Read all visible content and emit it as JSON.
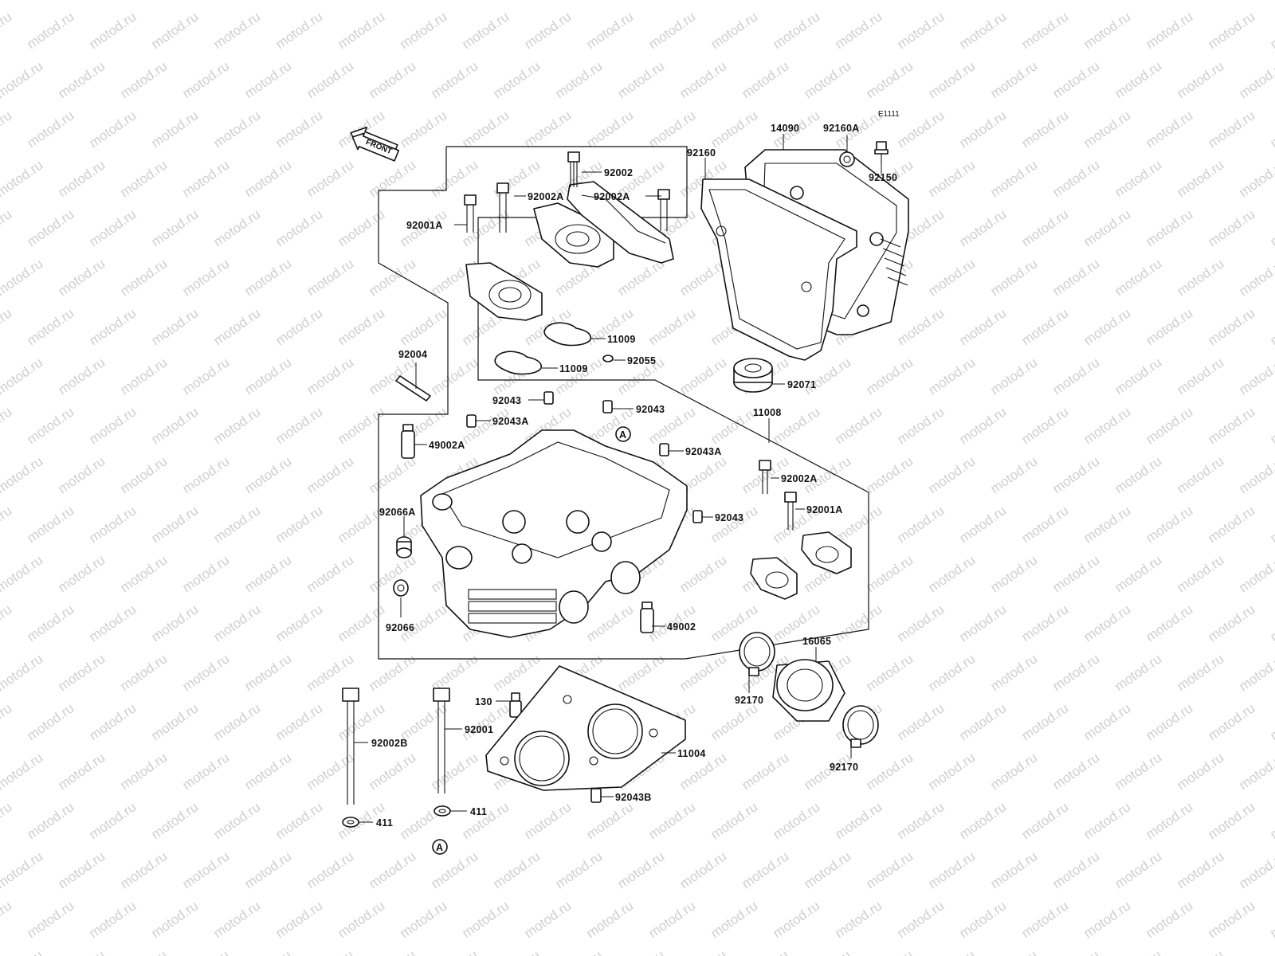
{
  "watermark": "motod.ru",
  "diagram_code": "E1111",
  "front_label": "FRONT",
  "callout_letter": "A",
  "labels": {
    "p14090": "14090",
    "p92160A": "92160A",
    "p92150": "92150",
    "p92160": "92160",
    "p92002_top": "92002",
    "p92002A_1": "92002A",
    "p92002A_2": "92002A",
    "p92001A_1": "92001A",
    "p11009_1": "11009",
    "p11009_2": "11009",
    "p92055": "92055",
    "p92071": "92071",
    "p92004": "92004",
    "p92043_1": "92043",
    "p92043_2": "92043",
    "p92043A_1": "92043A",
    "p11008": "11008",
    "p49002A": "49002A",
    "p92043A_2": "92043A",
    "p92002A_3": "92002A",
    "p92001A_2": "92001A",
    "p92066A": "92066A",
    "p92043_3": "92043",
    "p92066": "92066",
    "p49002": "49002",
    "p16065": "16065",
    "p92170_1": "92170",
    "p92170_2": "92170",
    "p130": "130",
    "p92001": "92001",
    "p92002B": "92002B",
    "p11004": "11004",
    "p92043B": "92043B",
    "p411_1": "411",
    "p411_2": "411"
  }
}
